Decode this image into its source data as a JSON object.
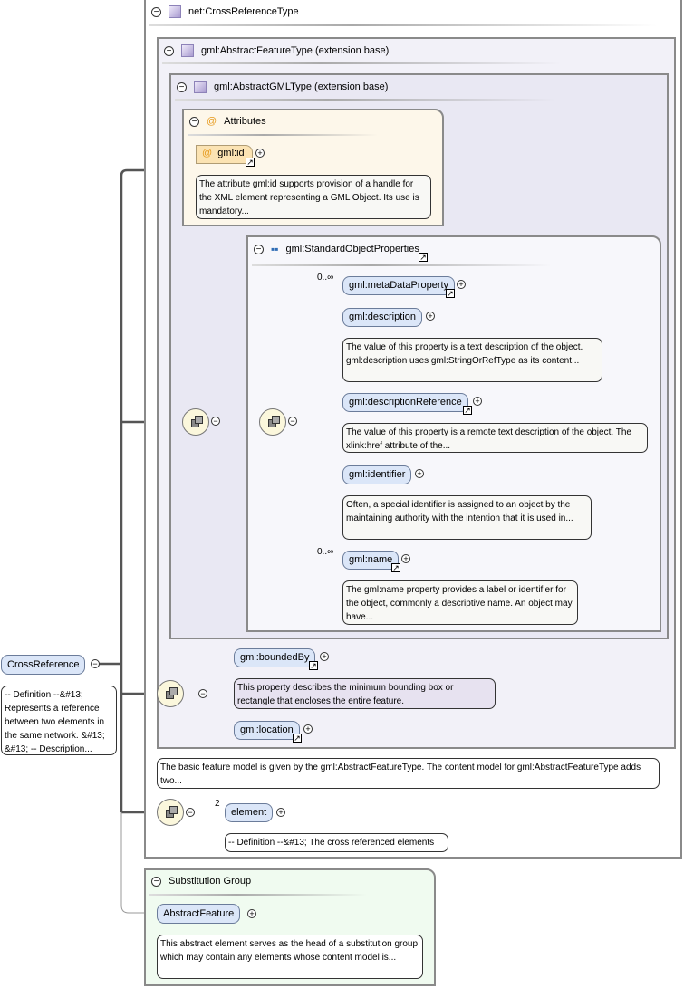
{
  "types": {
    "cross_reference_type": "net:CrossReferenceType",
    "abstract_feature_type": "gml:AbstractFeatureType (extension base)",
    "abstract_gml_type": "gml:AbstractGMLType (extension base)"
  },
  "attributes": {
    "title": "Attributes",
    "id_label": "gml:id",
    "id_desc": "The attribute gml:id supports provision of a handle for the XML element representing a GML Object. Its use is mandatory..."
  },
  "standard_object_properties": {
    "title": "gml:StandardObjectProperties",
    "items": [
      {
        "label": "gml:metaDataProperty",
        "occurs": "0..∞",
        "desc": ""
      },
      {
        "label": "gml:description",
        "occurs": "",
        "desc": "The value of this property is a text description of the object. gml:description uses gml:StringOrRefType as its content..."
      },
      {
        "label": "gml:descriptionReference",
        "occurs": "",
        "desc": "The value of this property is a remote text description of the object. The xlink:href attribute of the..."
      },
      {
        "label": "gml:identifier",
        "occurs": "",
        "desc": "Often, a special identifier is assigned to an object by the maintaining authority with the intention that it is used in..."
      },
      {
        "label": "gml:name",
        "occurs": "0..∞",
        "desc": "The gml:name property provides a label or identifier for the object, commonly a descriptive name. An object may have..."
      }
    ]
  },
  "feature": {
    "bounded_by": "gml:boundedBy",
    "bounded_by_desc": "This property describes the minimum bounding box or rectangle that encloses the entire feature.",
    "location": "gml:location",
    "feature_desc": "The basic feature model is given by the gml:AbstractFeatureType. The content model for gml:AbstractFeatureType adds two..."
  },
  "element": {
    "label": "element",
    "occurs": "2",
    "desc": "-- Definition --&#13; The cross referenced elements"
  },
  "root": {
    "label": "CrossReference",
    "desc": "-- Definition --&#13; Represents a reference between two elements in the same network. &#13; &#13; -- Description..."
  },
  "substitution": {
    "title": "Substitution Group",
    "label": "AbstractFeature",
    "desc": "This abstract element serves as the head of a substitution group which may contain any elements whose content model is..."
  }
}
